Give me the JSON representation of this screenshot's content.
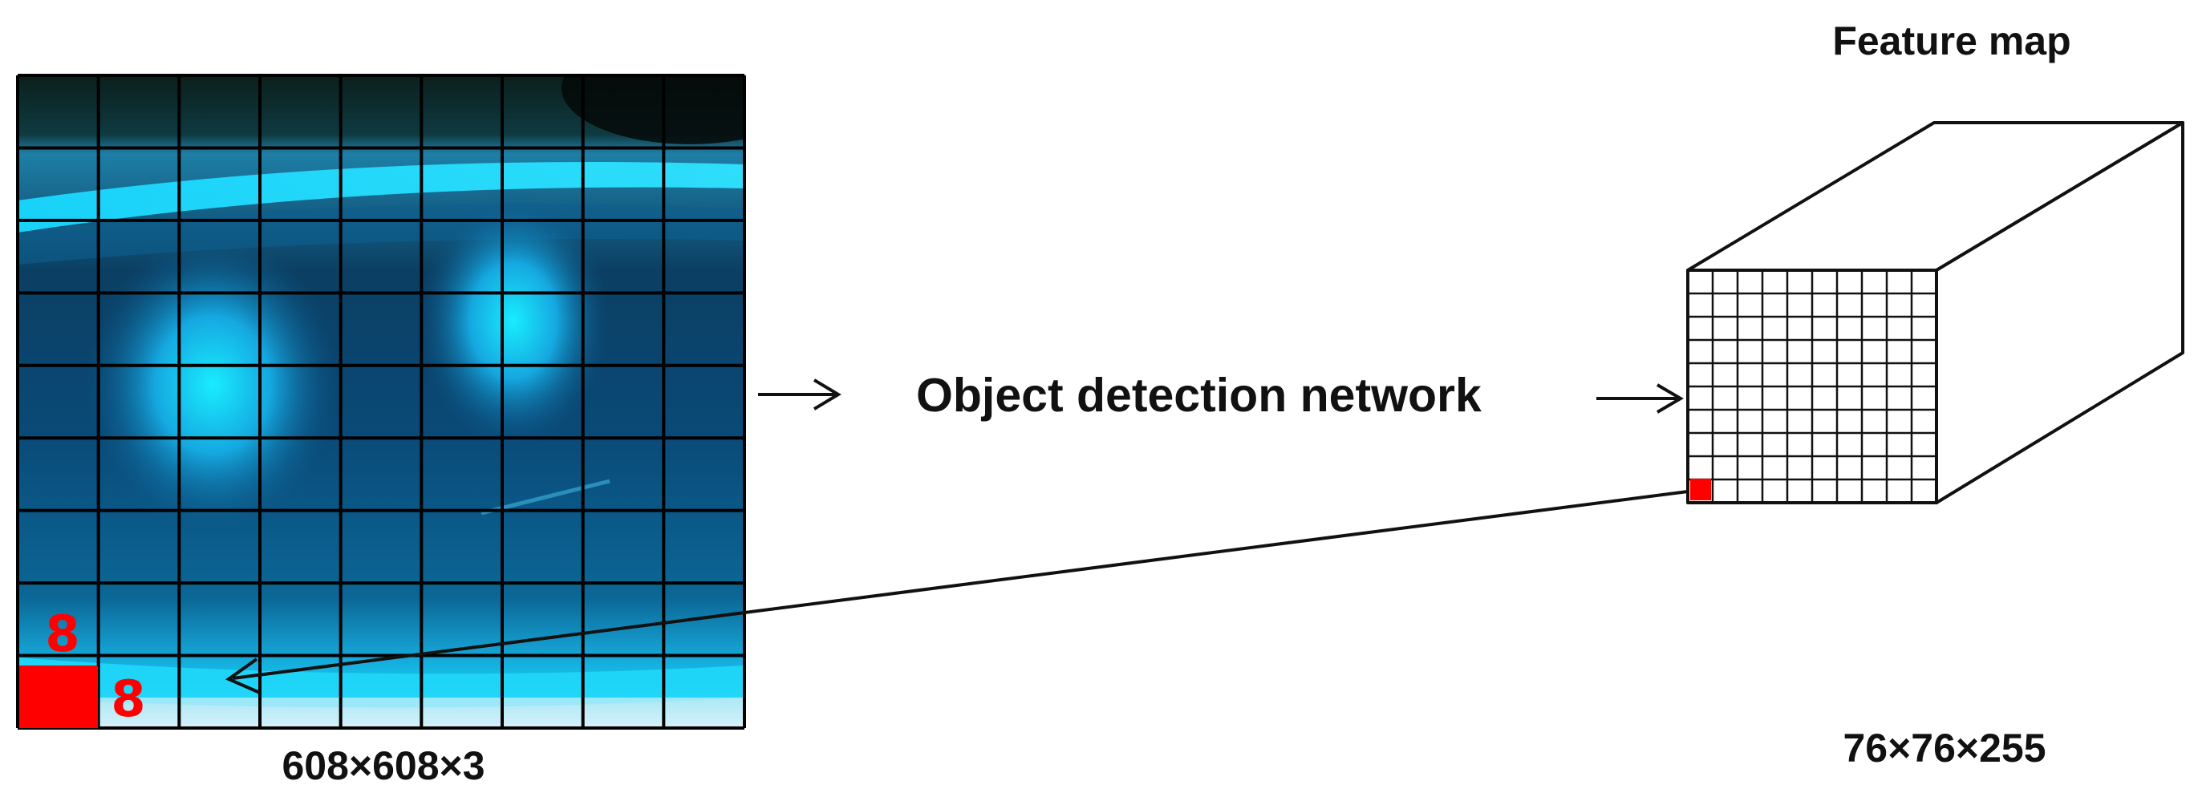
{
  "input_image": {
    "label": "608×608×3",
    "grid_cell_label_vertical": "8",
    "grid_cell_label_horizontal": "8"
  },
  "network": {
    "label": "Object detection network"
  },
  "feature_map": {
    "title": "Feature map",
    "dims_label": "76×76×255"
  },
  "colors": {
    "highlight": "#ff0000",
    "line": "#000000",
    "image_dark": "#0b2b3a",
    "image_cyan": "#19d4f5",
    "image_blue": "#0f5f8c"
  },
  "icons": {
    "input_arrow": "right-arrow-icon",
    "network_arrow": "right-arrow-icon",
    "mapping_arrow": "diagonal-arrow-icon"
  }
}
